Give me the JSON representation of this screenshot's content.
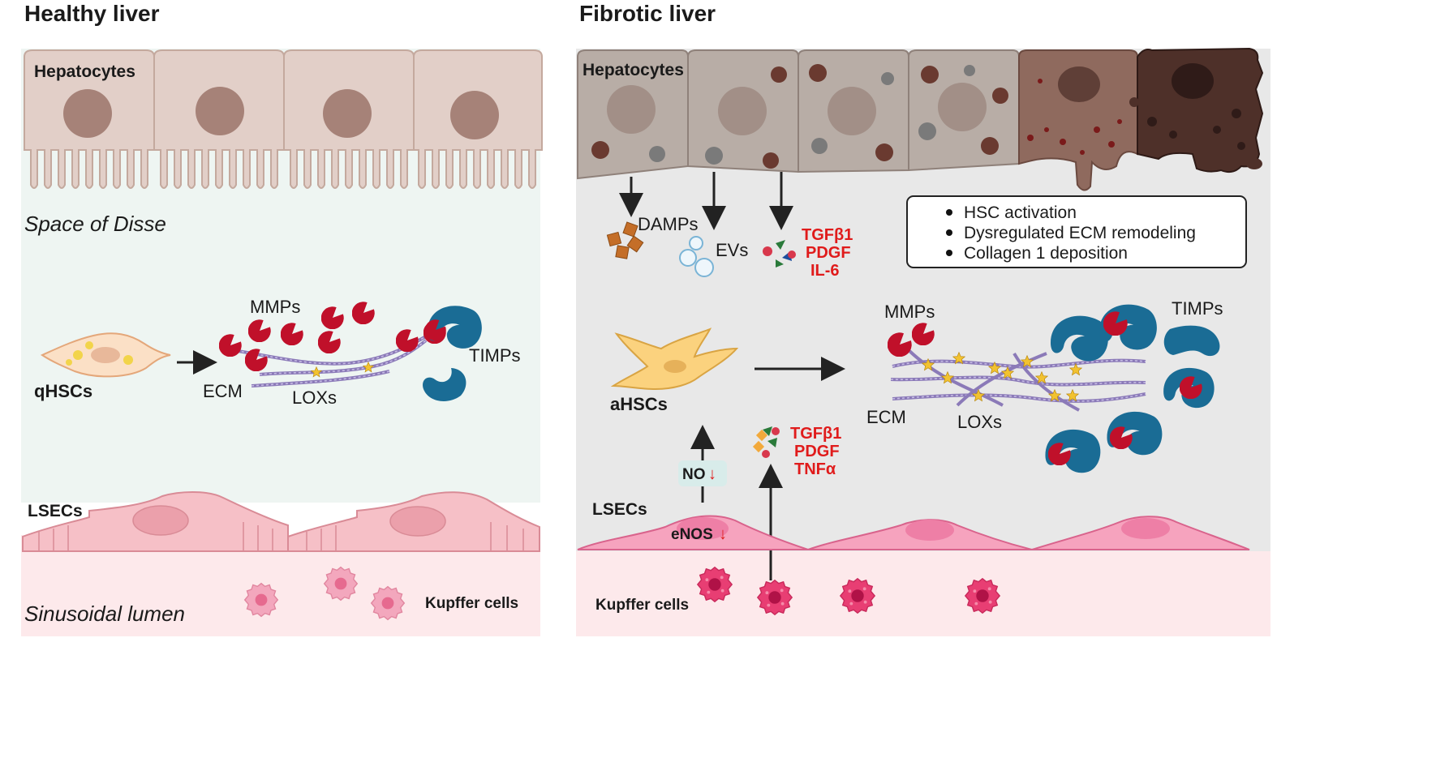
{
  "healthy": {
    "title": "Healthy liver",
    "hepatocytes": "Hepatocytes",
    "space": "Space of Disse",
    "mmps": "MMPs",
    "timps": "TIMPs",
    "qhscs": "qHSCs",
    "ecm": "ECM",
    "loxs": "LOXs",
    "lsecs": "LSECs",
    "lumen": "Sinusoidal lumen",
    "kupffer": "Kupffer cells"
  },
  "fibrotic": {
    "title": "Fibrotic liver",
    "hepatocytes": "Hepatocytes",
    "damps": "DAMPs",
    "evs": "EVs",
    "factors_top": [
      "TGFβ1",
      "PDGF",
      "IL-6"
    ],
    "bullets": [
      "HSC activation",
      "Dysregulated ECM remodeling",
      "Collagen 1 deposition"
    ],
    "mmps": "MMPs",
    "timps": "TIMPs",
    "ahscs": "aHSCs",
    "ecm": "ECM",
    "loxs": "LOXs",
    "no": "NO",
    "enos": "eNOS",
    "down_arrow": "↓",
    "factors_bottom": [
      "TGFβ1",
      "PDGF",
      "TNFα"
    ],
    "lsecs": "LSECs",
    "kupffer": "Kupffer cells"
  },
  "colors": {
    "hepatocyte_healthy": "#e2cfc8",
    "hepatocyte_fibrotic": "#b8ada6",
    "disse_healthy": "#eef5f2",
    "disse_fibrotic": "#e8e8e8",
    "lsec": "#f4b4bf",
    "lumen": "#fde9eb",
    "mmp": "#c0102a",
    "timp": "#1a6c95",
    "factor_red": "#e01b1b"
  }
}
